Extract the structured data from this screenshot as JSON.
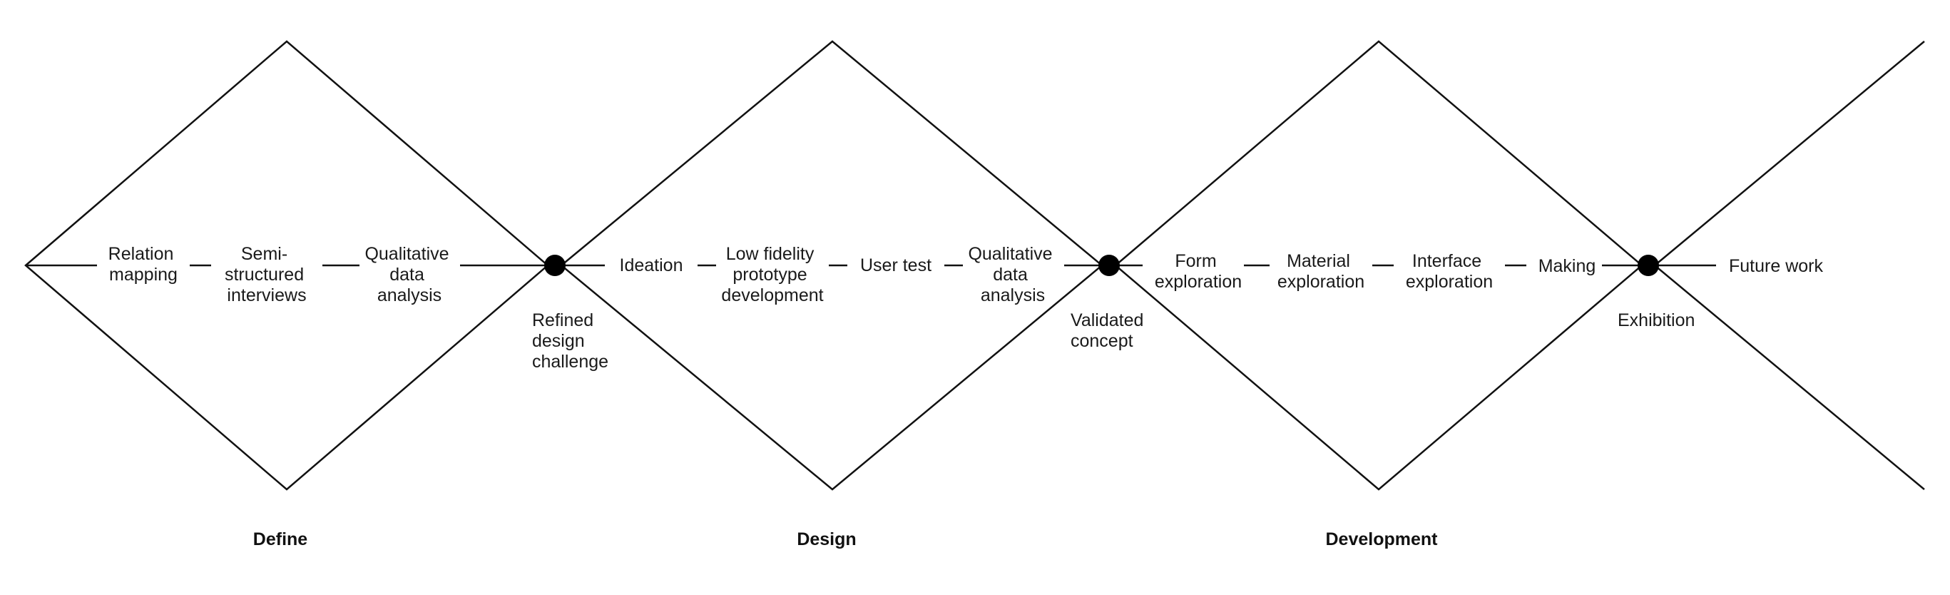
{
  "phases": {
    "define": "Define",
    "design": "Design",
    "development": "Development"
  },
  "steps": {
    "define": {
      "relation_mapping": [
        "Relation",
        "mapping"
      ],
      "semi_structured_interviews": [
        "Semi-",
        "structured",
        "interviews"
      ],
      "qualitative_data_analysis": [
        "Qualitative",
        "data",
        "analysis"
      ]
    },
    "design": {
      "ideation": [
        "Ideation"
      ],
      "low_fidelity": [
        "Low fidelity",
        "prototype",
        "development"
      ],
      "user_test": [
        "User test"
      ],
      "qualitative_data_analysis": [
        "Qualitative",
        "data",
        "analysis"
      ]
    },
    "development": {
      "form_exploration": [
        "Form",
        "exploration"
      ],
      "material_exploration": [
        "Material",
        "exploration"
      ],
      "interface_exploration": [
        "Interface",
        "exploration"
      ],
      "making": [
        "Making"
      ]
    },
    "future": {
      "future_work": [
        "Future work"
      ]
    }
  },
  "milestones": {
    "refined_design_challenge": [
      "Refined",
      "design",
      "challenge"
    ],
    "validated_concept": [
      "Validated",
      "concept"
    ],
    "exhibition": [
      "Exhibition"
    ]
  }
}
